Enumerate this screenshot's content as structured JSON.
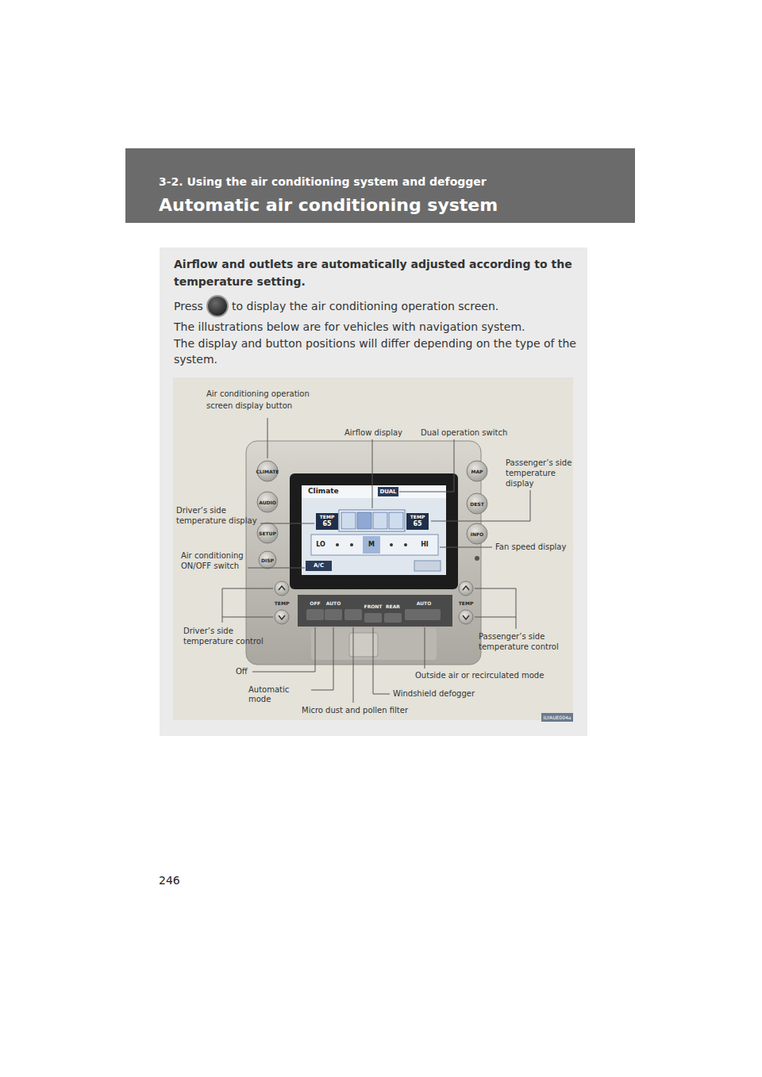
{
  "diagram": {
    "nodes": [
      {
        "text": [
          "3-2. Using the air conditioning system and defogger",
          "Automatic air conditioning system"
        ]
      },
      {
        "text": [
          "Airflow and outlets are automatically adjusted according to the temperature setting.",
          "Press",
          "to display the air conditioning operation screen.",
          "The illustrations below are for vehicles with navigation system.",
          "The display and button positions will differ depending on the type of the system."
        ]
      }
    ],
    "labels": [
      "246",
      "Air conditioning operation screen display button",
      "Airflow display",
      "Dual operation switch",
      "Passenger’s side temperature display",
      "Driver’s side temperature display",
      "Fan speed display",
      "Air conditioning ON/OFF switch",
      "Driver’s side temperature control",
      "Passenger’s side temperature control",
      "Off",
      "Outside air or recirculated mode",
      "Automatic mode",
      "Windshield defogger",
      "Micro dust and pollen filter",
      "ILYAUE004a",
      "Climate",
      "DUAL",
      "TEMP",
      "65",
      "TEMP",
      "65",
      "LO",
      "M",
      "HI",
      "A/C",
      "CLIMATE",
      "AUDIO",
      "SETUP",
      "DISP",
      "MAP",
      "DEST",
      "INFO",
      "TEMP",
      "TEMP",
      "OFF",
      "AUTO",
      "FRONT",
      "REAR",
      "AUTO"
    ]
  }
}
